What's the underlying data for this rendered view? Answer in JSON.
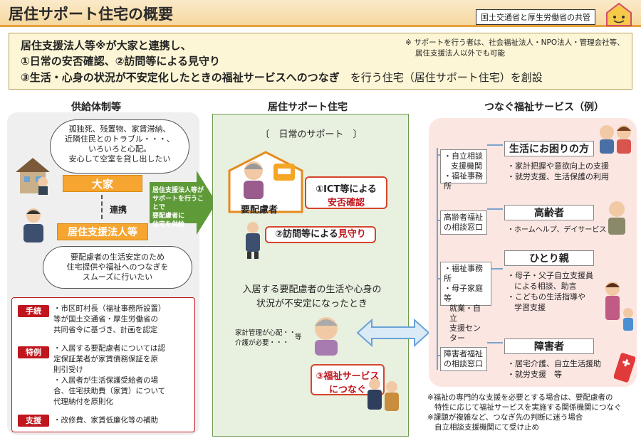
{
  "header": {
    "title": "居住サポート住宅の概要",
    "ministry": "国土交通省と厚生労働省の共管"
  },
  "intro": {
    "line1": "居住支援法人等※が大家と連携し、",
    "line2_a": "①日常の安否確認、②訪問等による見守り",
    "line3_a": "③生活・心身の状況が不安定化したときの福祉サービスへのつなぎ",
    "line3_b": "を行う住宅（居住サポート住宅）を創設",
    "note_l1": "※ サポートを行う者は、社会福祉法人・NPO法人・管理会社等、",
    "note_l2": "居住支援法人以外でも可能"
  },
  "left": {
    "title": "供給体制等",
    "cloud1": [
      "孤独死、残置物、家賃滞納、",
      "近隣住民とのトラブル・・・、",
      "いろいろと心配。",
      "安心して空室を貸し出したい"
    ],
    "landlord": "大家",
    "renkei": "連携",
    "corp": "居住支援法人等",
    "cloud2": [
      "要配慮者の生活安定のため",
      "住宅提供や福祉へのつなぎを",
      "スムーズに行いたい"
    ],
    "arrow_text": [
      "居住支援法人等が",
      "サポートを行うことで",
      "要配慮者に",
      "住宅を供給"
    ],
    "proc": [
      {
        "tag": "手続",
        "lines": [
          "・市区町村長（福祉事務所設置）",
          "等が国土交通省・厚生労働省の",
          "共同省令に基づき、計画を認定"
        ]
      },
      {
        "tag": "特例",
        "lines": [
          "・入居する要配慮者については認",
          "定保証業者が家賃債務保証を原",
          "則引受け",
          "・入居者が生活保護受給者の場",
          "合、住宅扶助費（家賃）について",
          "代理納付を原則化"
        ]
      },
      {
        "tag": "支援",
        "lines": [
          "・改修費、家賃低廉化等の補助"
        ]
      }
    ]
  },
  "center": {
    "title": "居住サポート住宅",
    "daily": "日常のサポート",
    "person": "要配慮者",
    "ict_l1": "①ICT等による",
    "ict_l2": "安否確認",
    "visit_a": "②訪問等による",
    "visit_b": "見守り",
    "unstable_l1": "入居する要配慮者の生活や心身の",
    "unstable_l2": "状況が不安定になったとき",
    "worry_l1": "家計管理が心配・・",
    "worry_l2": "介護が必要・・・",
    "worry_l3": "等",
    "connect_l1": "③福祉サービス",
    "connect_l2": "につなぐ"
  },
  "right": {
    "title": "つなぐ福祉サービス（例）",
    "rows": [
      {
        "org": [
          "・自立相談",
          "支援機関",
          "・福祉事務所"
        ],
        "head": "生活にお困りの方",
        "items": [
          "・家計把握や意欲向上の支援",
          "・就労支援、生活保護の利用"
        ]
      },
      {
        "org": [
          "高齢者福祉",
          "の相談窓口"
        ],
        "head": "高齢者",
        "items": [
          "・ホームヘルプ、デイサービス"
        ]
      },
      {
        "org": [
          "・福祉事務所",
          "・母子家庭等",
          "就業・自立",
          "支援センター"
        ],
        "head": "ひとり親",
        "items": [
          "・母子・父子自立支援員",
          "による相談、助言",
          "・こどもの生活指導や",
          "学習支援"
        ]
      },
      {
        "org": [
          "障害者福祉",
          "の相談窓口"
        ],
        "head": "障害者",
        "items": [
          "・居宅介護、自立生活援助",
          "・就労支援　等"
        ]
      }
    ],
    "notes": [
      "※福祉の専門的な支援を必要とする場合は、要配慮者の",
      "特性に応じて福祉サービスを実施する関係機関につなぐ",
      "※課題が複雑など、つなぎ先の判断に迷う場合",
      "自立相談支援機関にて受け止め"
    ]
  },
  "colors": {
    "accent_red": "#c0161d",
    "orange": "#f6a531",
    "green": "#76b043"
  }
}
